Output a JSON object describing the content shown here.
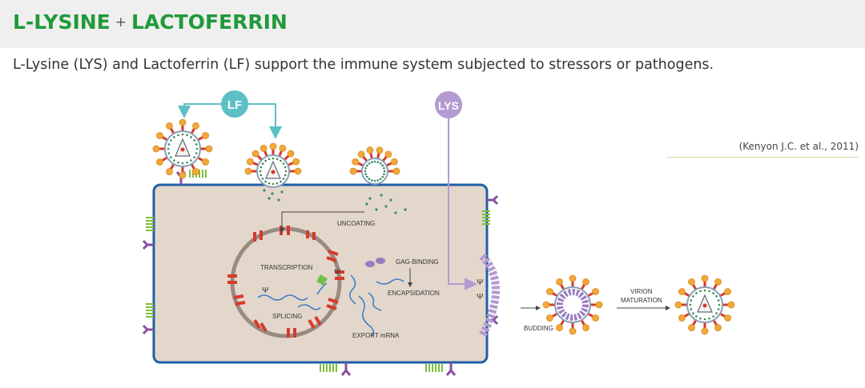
{
  "header": {
    "title_part1": "L-LYSINE",
    "title_plus": "+",
    "title_part2": "LACTOFERRIN",
    "subtitle": "L-Lysine (LYS) and Lactoferrin (LF) support the immune system subjected to stressors or pathogens."
  },
  "citation": "(Kenyon J.C. et al., 2011)",
  "diagram": {
    "badges": {
      "lf": "LF",
      "lys": "LYS"
    },
    "labels": {
      "uncoating": "UNCOATING",
      "transcription": "TRANSCRIPTION",
      "splicing": "SPLICING",
      "gag_binding": "GAG-BINDING",
      "encapsidation": "ENCAPSIDATION",
      "export_mrna": "EXPORT  mRNA",
      "budding": "BUDDING",
      "virion_line1": "VIRION",
      "virion_line2": "MATURATION",
      "psi": "Ψ"
    },
    "colors": {
      "lf": "#5cc0c7",
      "lys": "#b39ad0",
      "cell_fill": "#e3d7cc",
      "cell_border": "#1f5fa8",
      "title_green": "#1f9a3a",
      "spike_red": "#d63a2b",
      "spike_tip": "#f2a83a"
    }
  }
}
